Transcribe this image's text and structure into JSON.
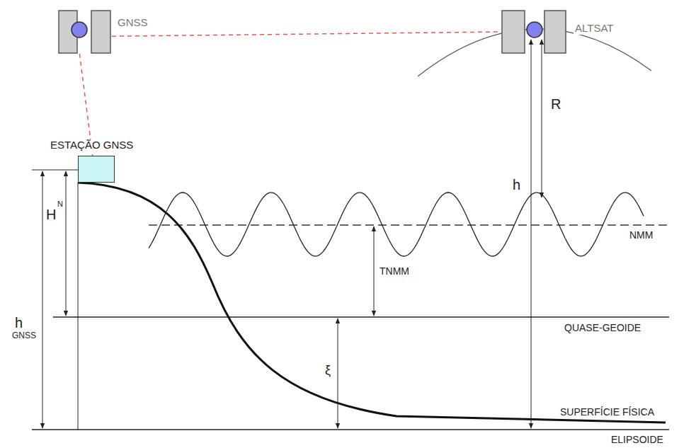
{
  "diagram": {
    "nodes": [
      {
        "text": [
          "GNSS"
        ]
      },
      {
        "text": [
          "ALTSAT"
        ]
      },
      {
        "text": [
          "ESTAÇÃO GNSS"
        ]
      }
    ],
    "edges": [
      {
        "from": 0,
        "to": 2,
        "arrow": "none"
      },
      {
        "from": 0,
        "to": 1,
        "arrow": "none"
      }
    ],
    "labels": [
      "R",
      "h",
      "NMM",
      "TNMM",
      "QUASE-GEOIDE",
      "ξ",
      "SUPERFÍCIE FÍSICA",
      "ELIPSOIDE",
      "H",
      "N",
      "h",
      "GNSS"
    ]
  }
}
